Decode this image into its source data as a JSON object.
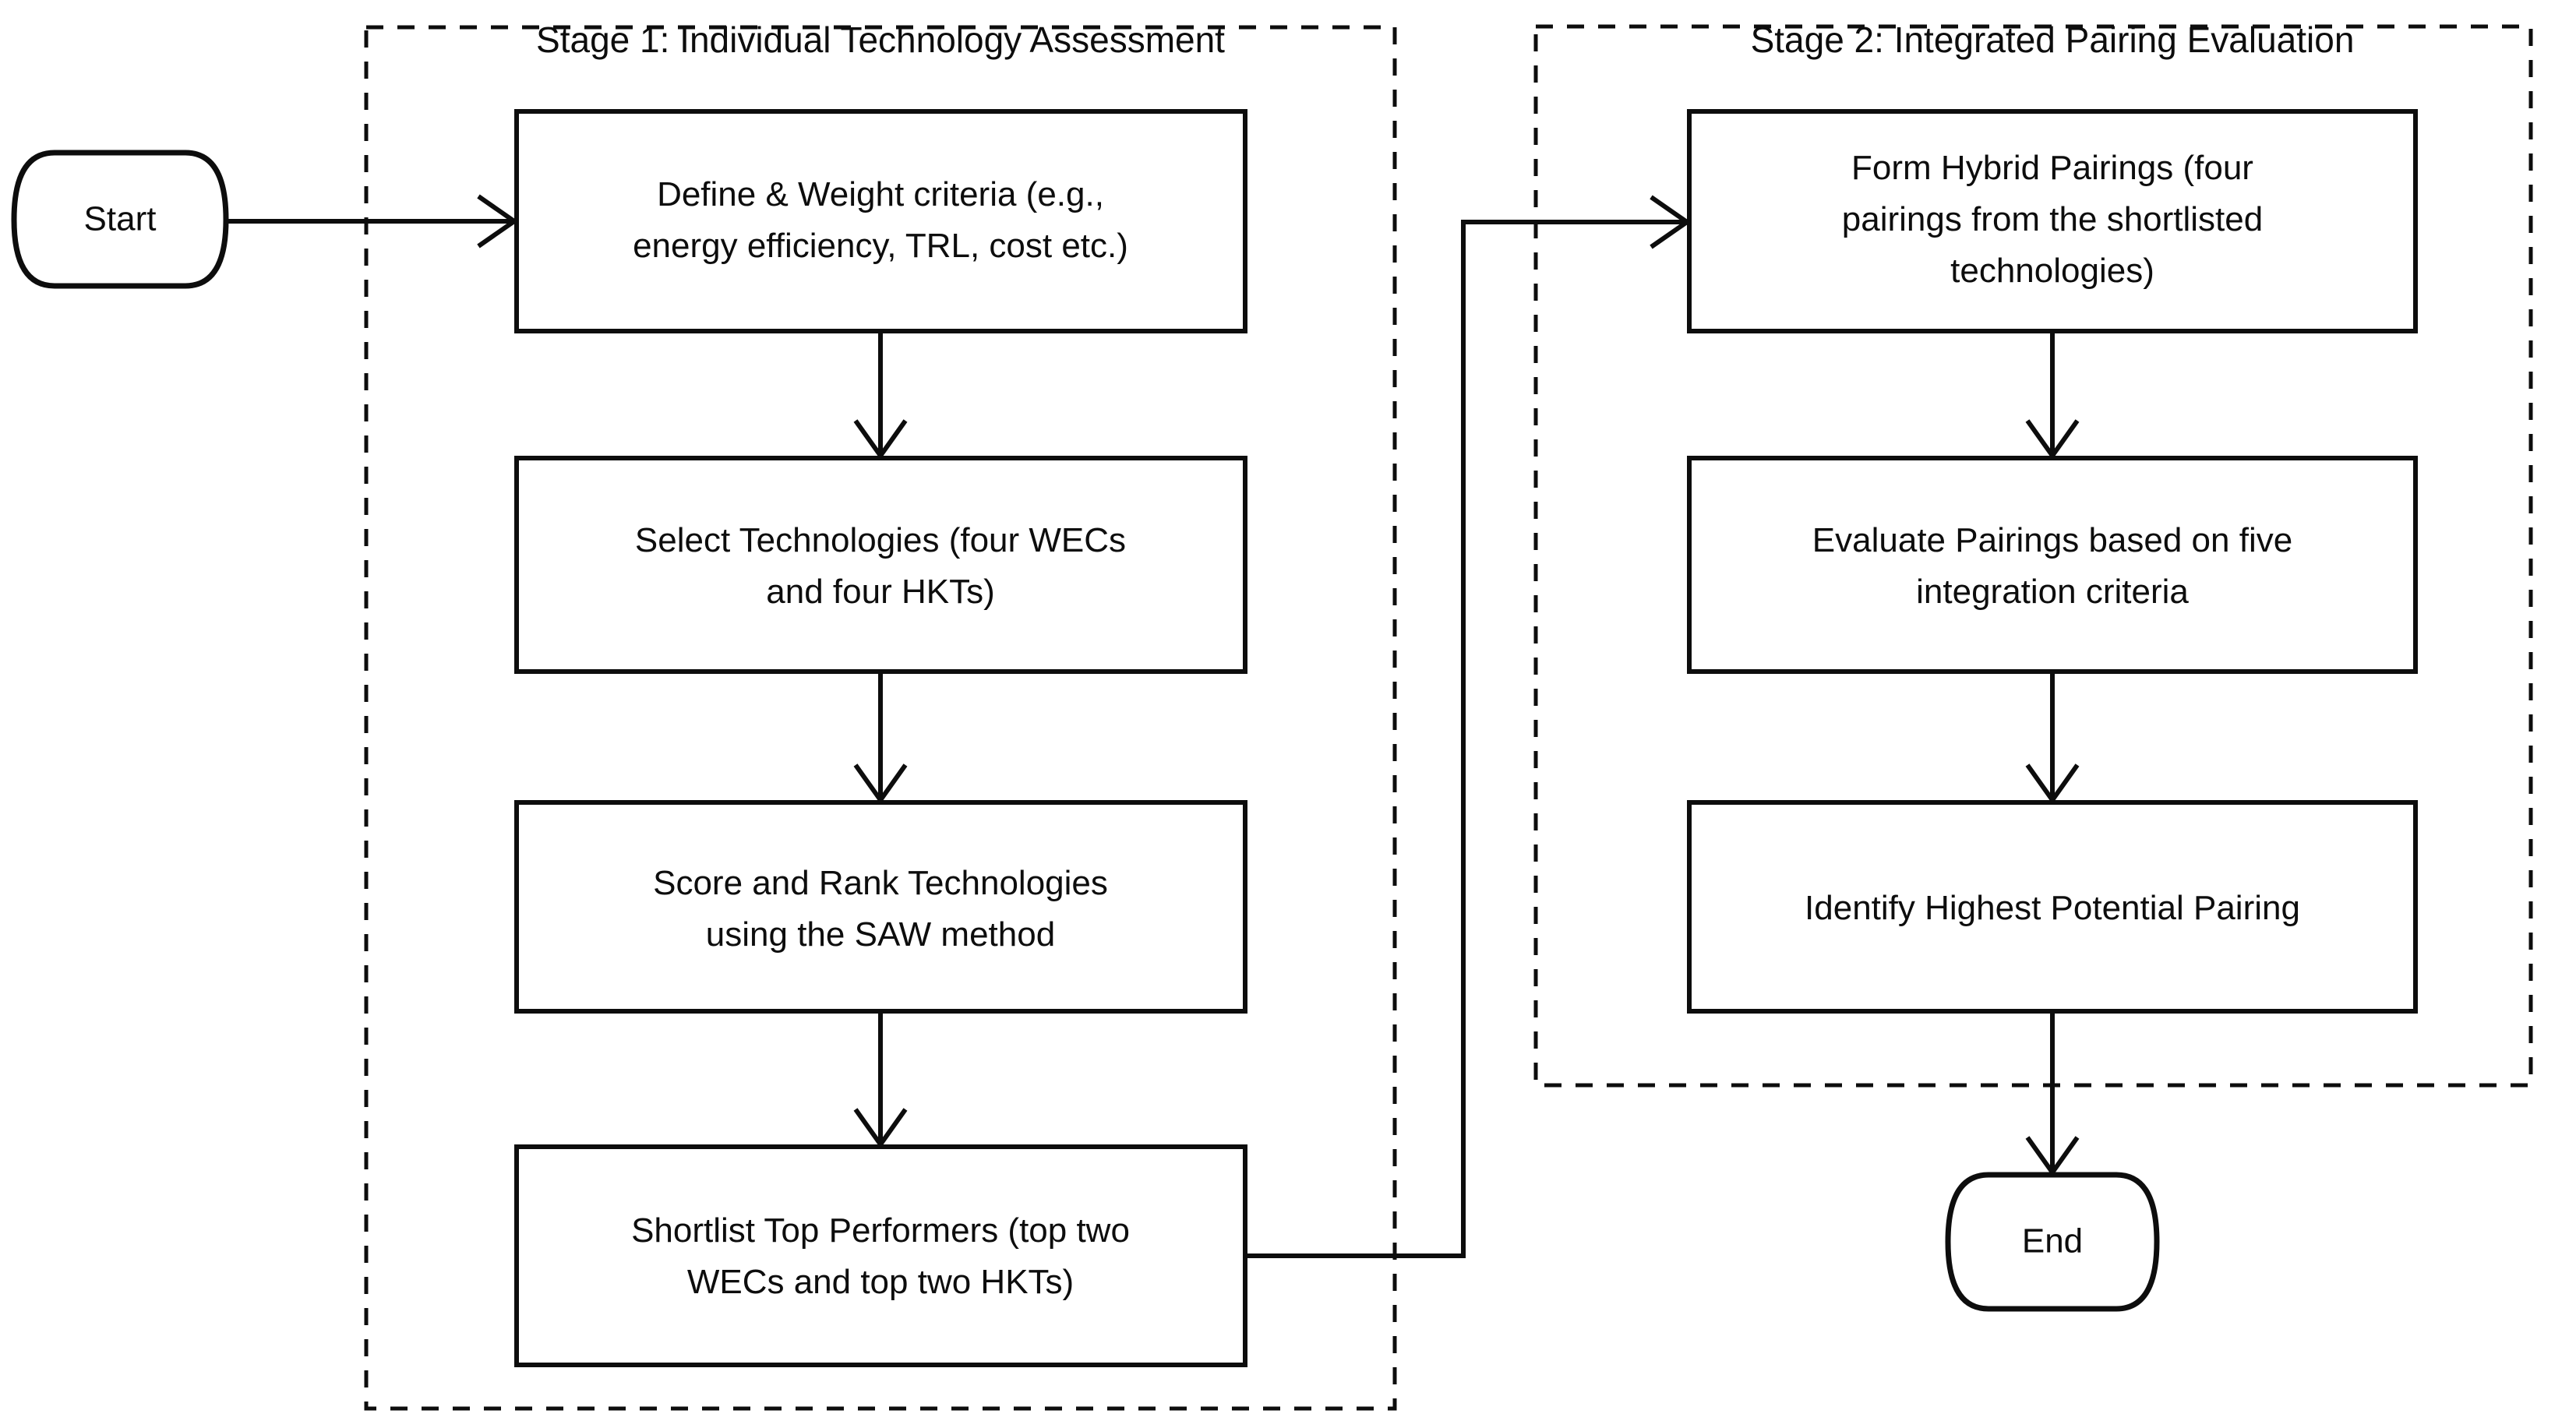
{
  "diagram": {
    "title": "Two-Stage Technology Assessment and Pairing Evaluation Flowchart",
    "type": "flowchart",
    "orientation": "left-to-right stages, top-to-bottom steps",
    "colors": {
      "stroke": "#0d0d0d",
      "background": "#ffffff",
      "box_fill": "#ffffff"
    }
  },
  "terminals": {
    "start": {
      "label": "Start"
    },
    "end": {
      "label": "End"
    }
  },
  "groups": {
    "stage1": {
      "title": "Stage 1: Individual Technology Assessment",
      "steps": [
        {
          "id": "s1-define",
          "label": "Define & Weight criteria (e.g., energy efficiency, TRL, cost etc.)",
          "lines": [
            "Define & Weight criteria (e.g.,",
            "energy efficiency, TRL, cost etc.)"
          ]
        },
        {
          "id": "s1-select",
          "label": "Select Technologies (four WECs and four HKTs)",
          "lines": [
            "Select Technologies (four WECs",
            "and four HKTs)"
          ]
        },
        {
          "id": "s1-score",
          "label": "Score and Rank Technologies using the SAW method",
          "lines": [
            "Score and Rank Technologies",
            "using the SAW method"
          ]
        },
        {
          "id": "s1-shortlist",
          "label": "Shortlist Top Performers (top two WECs and top two HKTs)",
          "lines": [
            "Shortlist Top Performers (top two",
            "WECs and top two HKTs)"
          ]
        }
      ]
    },
    "stage2": {
      "title": "Stage 2: Integrated Pairing Evaluation",
      "steps": [
        {
          "id": "s2-form",
          "label": "Form Hybrid Pairings (four pairings from the shortlisted technologies)",
          "lines": [
            "Form Hybrid Pairings (four",
            "pairings from the shortlisted",
            "technologies)"
          ]
        },
        {
          "id": "s2-evaluate",
          "label": "Evaluate Pairings based on five integration criteria",
          "lines": [
            "Evaluate Pairings based on five",
            "integration criteria"
          ]
        },
        {
          "id": "s2-identify",
          "label": "Identify Highest Potential Pairing",
          "lines": [
            "Identify Highest Potential Pairing"
          ]
        }
      ]
    }
  },
  "connectors": [
    {
      "id": "start-to-define",
      "from": "start",
      "to": "s1-define",
      "style": "solid-arrow",
      "direction": "right"
    },
    {
      "id": "define-to-select",
      "from": "s1-define",
      "to": "s1-select",
      "style": "solid-arrow",
      "direction": "down"
    },
    {
      "id": "select-to-score",
      "from": "s1-select",
      "to": "s1-score",
      "style": "solid-arrow",
      "direction": "down"
    },
    {
      "id": "score-to-shortlist",
      "from": "s1-score",
      "to": "s1-shortlist",
      "style": "solid-arrow",
      "direction": "down"
    },
    {
      "id": "shortlist-to-form",
      "from": "s1-shortlist",
      "to": "s2-form",
      "style": "solid-arrow",
      "direction": "right-up-right"
    },
    {
      "id": "form-to-evaluate",
      "from": "s2-form",
      "to": "s2-evaluate",
      "style": "solid-arrow",
      "direction": "down"
    },
    {
      "id": "evaluate-to-identify",
      "from": "s2-evaluate",
      "to": "s2-identify",
      "style": "solid-arrow",
      "direction": "down"
    },
    {
      "id": "identify-to-end",
      "from": "s2-identify",
      "to": "end",
      "style": "solid-arrow",
      "direction": "down"
    }
  ]
}
